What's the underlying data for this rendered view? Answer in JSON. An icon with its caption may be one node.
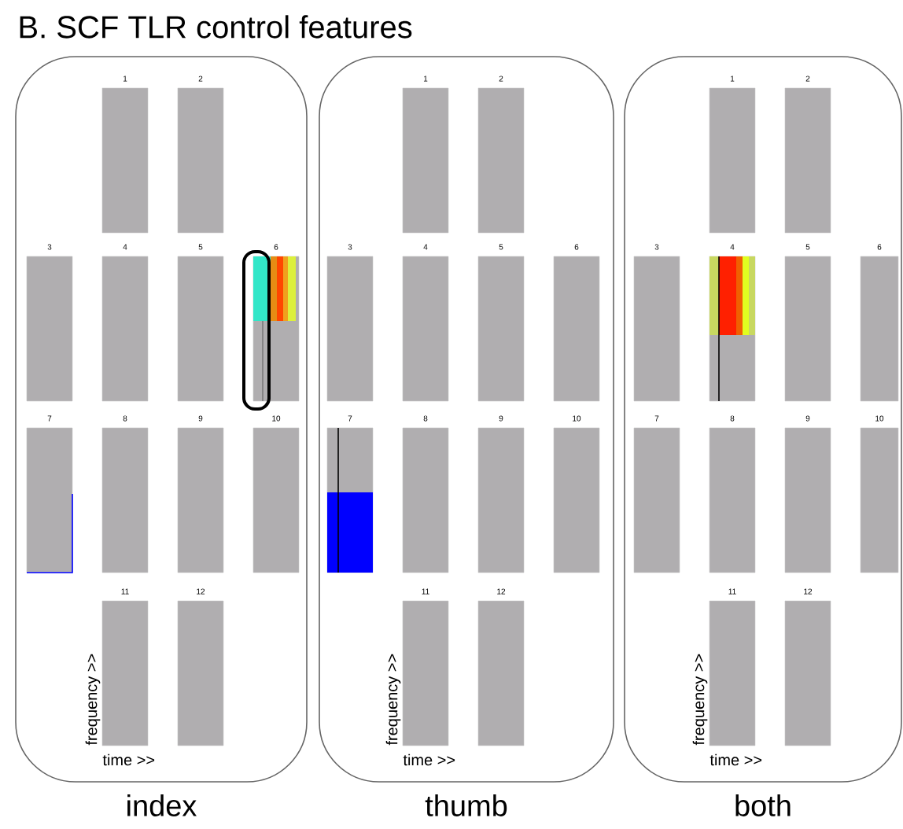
{
  "diagram": {
    "title": "B. SCF TLR control features",
    "nodes": [
      {
        "text": [],
        "shape": "box",
        "beside": [
          "index"
        ]
      },
      {
        "text": [
          "1"
        ],
        "in": 0
      },
      {
        "text": [
          "2"
        ],
        "in": 0
      },
      {
        "text": [
          "3"
        ],
        "in": 0
      },
      {
        "text": [
          "4"
        ],
        "in": 0
      },
      {
        "text": [
          "5"
        ],
        "in": 0
      },
      {
        "text": [
          "6"
        ],
        "in": 0
      },
      {
        "text": [
          "7"
        ],
        "in": 0
      },
      {
        "text": [
          "8"
        ],
        "in": 0
      },
      {
        "text": [
          "9"
        ],
        "in": 0
      },
      {
        "text": [
          "10"
        ],
        "in": 0
      },
      {
        "text": [
          "11"
        ],
        "in": 0,
        "beside": [
          "frequency >>",
          "time >>"
        ]
      },
      {
        "text": [
          "12"
        ],
        "in": 0
      },
      {
        "text": [],
        "shape": "box",
        "beside": [
          "thumb"
        ]
      },
      {
        "text": [
          "1"
        ],
        "in": 13
      },
      {
        "text": [
          "2"
        ],
        "in": 13
      },
      {
        "text": [
          "3"
        ],
        "in": 13
      },
      {
        "text": [
          "4"
        ],
        "in": 13
      },
      {
        "text": [
          "5"
        ],
        "in": 13
      },
      {
        "text": [
          "6"
        ],
        "in": 13
      },
      {
        "text": [
          "7"
        ],
        "in": 13
      },
      {
        "text": [
          "8"
        ],
        "in": 13
      },
      {
        "text": [
          "9"
        ],
        "in": 13
      },
      {
        "text": [
          "10"
        ],
        "in": 13
      },
      {
        "text": [
          "11"
        ],
        "in": 13,
        "beside": [
          "frequency >>",
          "time >>"
        ]
      },
      {
        "text": [
          "12"
        ],
        "in": 13
      },
      {
        "text": [],
        "shape": "box",
        "beside": [
          "both"
        ]
      },
      {
        "text": [
          "1"
        ],
        "in": 26
      },
      {
        "text": [
          "2"
        ],
        "in": 26
      },
      {
        "text": [
          "3"
        ],
        "in": 26
      },
      {
        "text": [
          "4"
        ],
        "in": 26
      },
      {
        "text": [
          "5"
        ],
        "in": 26
      },
      {
        "text": [
          "6"
        ],
        "in": 26
      },
      {
        "text": [
          "7"
        ],
        "in": 26
      },
      {
        "text": [
          "8"
        ],
        "in": 26
      },
      {
        "text": [
          "9"
        ],
        "in": 26
      },
      {
        "text": [
          "10"
        ],
        "in": 26
      },
      {
        "text": [
          "11"
        ],
        "in": 26,
        "beside": [
          "frequency >>",
          "time >>"
        ]
      },
      {
        "text": [
          "12"
        ],
        "in": 26
      }
    ]
  }
}
